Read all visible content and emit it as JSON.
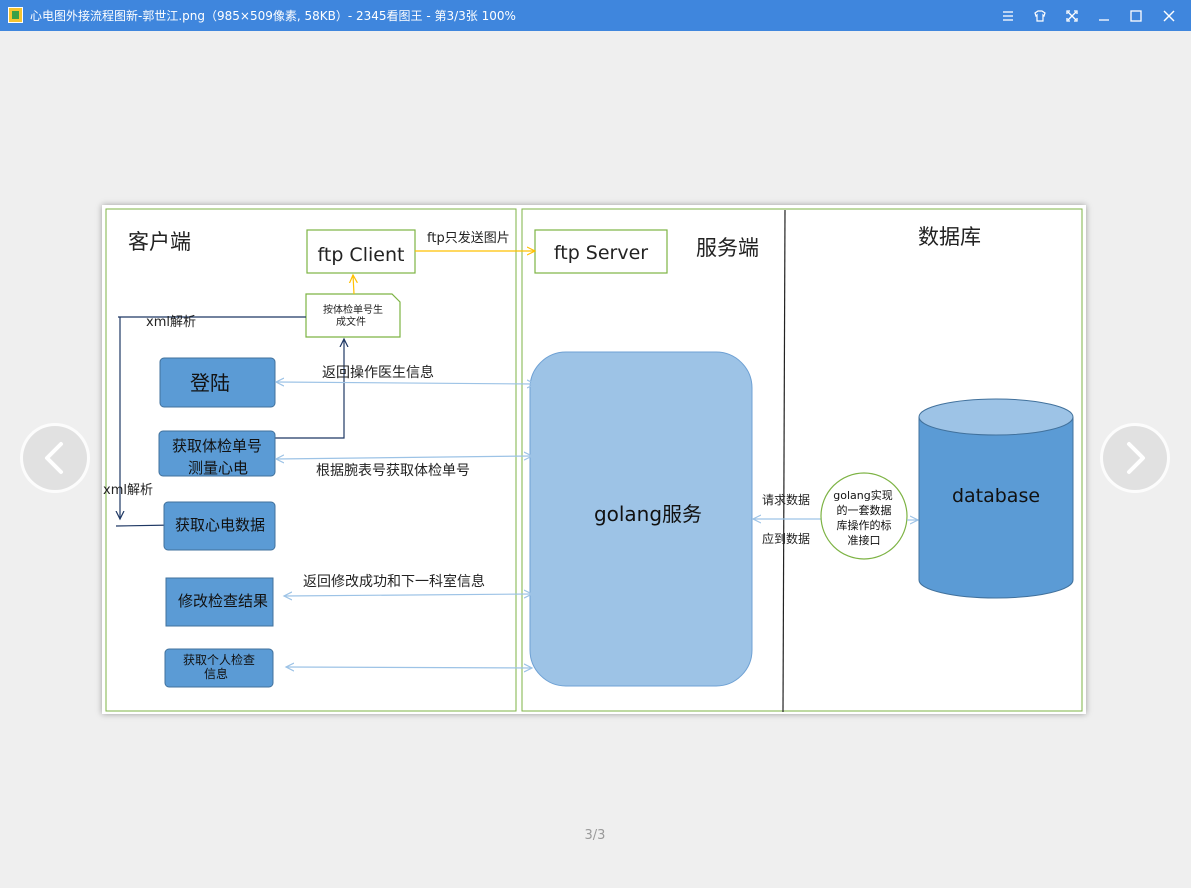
{
  "window": {
    "title": "心电图外接流程图新-郭世江.png（985×509像素, 58KB）- 2345看图王 - 第3/3张 100%",
    "controls": [
      "menu-icon",
      "skin-icon",
      "fullscreen-icon",
      "minimize-icon",
      "maximize-icon",
      "close-icon"
    ]
  },
  "viewer": {
    "page_indicator": "3/3",
    "prev_icon": "chevron-left-icon",
    "next_icon": "chevron-right-icon"
  },
  "diagram": {
    "colors": {
      "panel_border": "#7db344",
      "box_fill": "#5b9bd5",
      "box_border": "#41719c",
      "arrow": "#9dc3e6",
      "ftp_arrow": "#ffc000",
      "dark_line": "#1f3864"
    },
    "sections": {
      "client": "客户端",
      "server": "服务端",
      "database": "数据库"
    },
    "boxes": {
      "ftp_client": "ftp Client",
      "ftp_server": "ftp Server",
      "doc_line1": "按体检单号生",
      "doc_line2": "成文件",
      "login": "登陆",
      "get_exam_line1": "获取体检单号",
      "get_exam_line2": "测量心电",
      "get_ecg": "获取心电数据",
      "modify": "修改检查结果",
      "personal_line1": "获取个人检查",
      "personal_line2": "信息",
      "golang": "golang服务",
      "database": "database",
      "iface_line1": "golang实现",
      "iface_line2": "的一套数据",
      "iface_line3": "库操作的标",
      "iface_line4": "准接口"
    },
    "labels": {
      "ftp_send": "ftp只发送图片",
      "xml1": "xml解析",
      "xml2": "xml解析",
      "return_doctor": "返回操作医生信息",
      "by_wristband": "根据腕表号获取体检单号",
      "return_modify": "返回修改成功和下一科室信息",
      "request": "请求数据",
      "response": "应到数据"
    }
  }
}
